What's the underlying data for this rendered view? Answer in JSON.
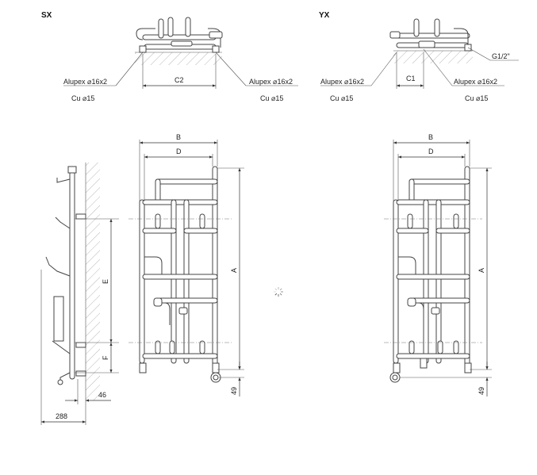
{
  "views": {
    "sx_title": "SX",
    "yx_title": "YX"
  },
  "sx_top": {
    "left_callout_line1": "Alupex ⌀16x2",
    "left_callout_line2": "Cu ⌀15",
    "right_callout_line1": "Alupex ⌀16x2",
    "right_callout_line2": "Cu ⌀15",
    "dim_c2": "C2"
  },
  "yx_top": {
    "left_callout_line1": "Alupex ⌀16x2",
    "left_callout_line2": "Cu ⌀15",
    "right_callout_line1": "Alupex ⌀16x2",
    "right_callout_line2": "Cu ⌀15",
    "dim_c1": "C1",
    "thread_label": "G1/2\""
  },
  "sx_side": {
    "dim_e": "E",
    "dim_f": "F",
    "dim_46": "46",
    "dim_288": "288"
  },
  "sx_front": {
    "dim_b": "B",
    "dim_d": "D",
    "dim_a": "A",
    "dim_49": "49"
  },
  "yx_front": {
    "dim_b": "B",
    "dim_d": "D",
    "dim_a": "A",
    "dim_49": "49"
  },
  "loading_icon": "spinner-icon"
}
